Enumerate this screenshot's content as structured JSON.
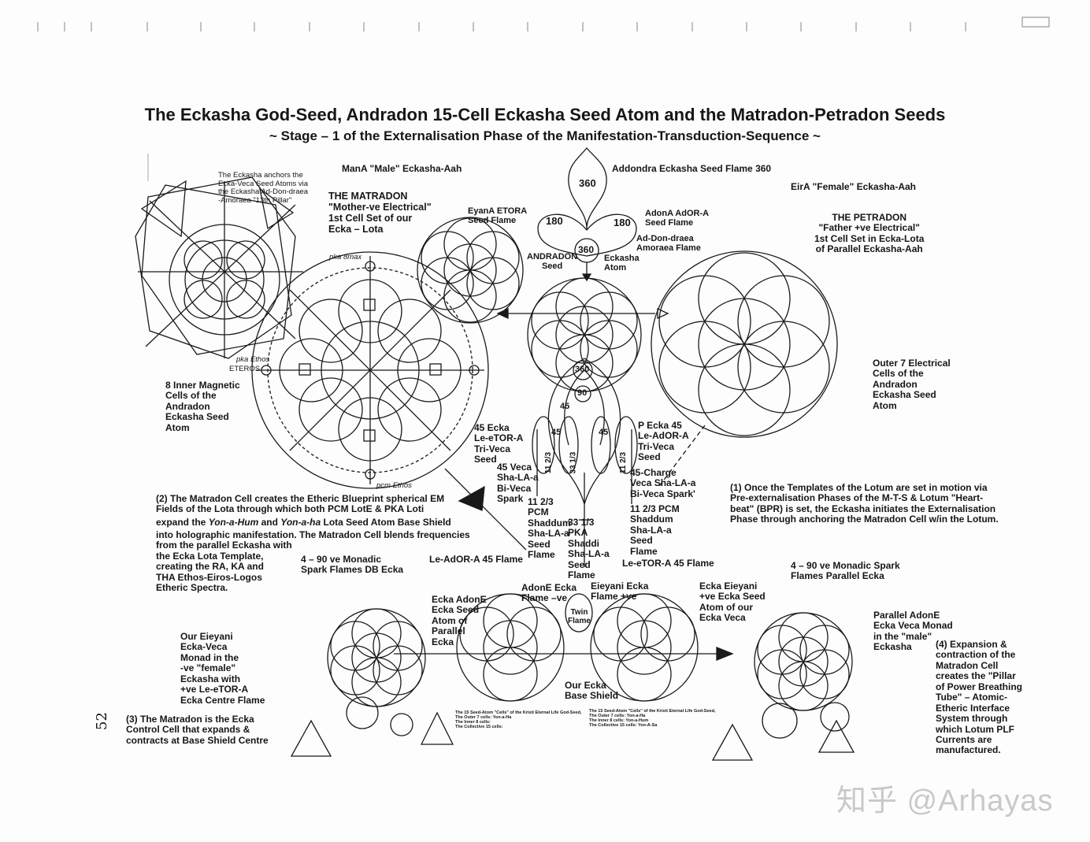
{
  "title": "The Eckasha God-Seed, Andradon 15-Cell Eckasha Seed Atom and the Matradon-Petradon Seeds",
  "subtitle": "~ Stage – 1 of the Externalisation Phase of the Manifestation-Transduction-Sequence ~",
  "labels": {
    "eckasha_anchors": "The Eckasha anchors the\nEcka-Veca Seed Atoms via\nthe Eckasha Ad-Don-draea\n-Amoraea \"13th Pillar\"",
    "mana_male": "ManA \"Male\" Eckasha-Aah",
    "matradon": "THE MATRADON\n\"Mother-ve Electrical\"\n1st Cell Set of our\nEcka – Lota",
    "eyana": "EyanA ETORA\nSeed Flame",
    "addondra": "Addondra Eckasha Seed Flame 360",
    "adona": "AdonA AdOR-A\nSeed Flame",
    "ad_don": "Ad-Don-draea\nAmoraea Flame",
    "andradon": "ANDRADON\nSeed",
    "eckasha_atom": "Eckasha\nAtom",
    "eira": "EirA \"Female\" Eckasha-Aah",
    "petradon": "THE PETRADON\n\"Father +ve Electrical\"\n1st Cell Set in Ecka-Lota\nof Parallel Eckasha-Aah",
    "outer7": "Outer 7 Electrical\nCells of the\nAndradon\nEckasha Seed\nAtom",
    "inner8": "8 Inner Magnetic\nCells of the\nAndradon\nEckasha Seed\nAtom",
    "left45": "45 Ecka\nLe-eTOR-A\nTri-Veca\nSeed",
    "left45veca": "45 Veca\nSha-LA-a\nBi-Veca\nSpark",
    "pecka45": "P Ecka 45\nLe-AdOR-A\nTri-Veca\nSeed",
    "charge45": "45-Charge\nVeca Sha-LA-a\nBi-Veca Spark'",
    "pcm_left": "11 2/3\nPCM\nShaddum\nSha-LA-a\nSeed\nFlame",
    "pka": "33 1/3\nPKA\nShaddi\nSha-LA-a\nSeed\nFlame",
    "pcm_right": "11 2/3 PCM\nShaddum\nSha-LA-a\nSeed\nFlame",
    "note1": "(1) Once the Templates of the Lotum are set in motion via\nPre-externalisation Phases of the M-T-S & Lotum \"Heart-\nbeat\" (BPR) is set, the Eckasha initiates the Externalisation\nPhase through anchoring the Matradon Cell w/in the Lotum.",
    "note2_a": "(2) The Matradon Cell creates the Etheric Blueprint spherical EM\nFields of the Lota through which both PCM LotE & PKA Loti",
    "note2_b1": "expand the ",
    "note2_b2": "Yon-a-Hum",
    "note2_b3": " and ",
    "note2_b4": "Yon-a-ha",
    "note2_b5": " Lota Seed Atom Base Shield",
    "note2_c": "into holographic manifestation. The Matradon Cell blends frequencies\nfrom the parallel Eckasha with\nthe Ecka Lota Template,\ncreating the RA, KA and\nTHA Ethos-Eiros-Logos\nEtheric Spectra.",
    "monadic_left": "4 – 90 ve Monadic\nSpark Flames DB Ecka",
    "le_ador": "Le-AdOR-A 45 Flame",
    "le_etor": "Le-eTOR-A 45 Flame",
    "monadic_right": "4 – 90 ve Monadic Spark\nFlames Parallel Ecka",
    "adone_ecka": "AdonE Ecka\nFlame –ve",
    "eieyani_flame": "Eieyani Ecka\nFlame +ve",
    "twin_flame": "Twin\nFlame",
    "ecka_adone": "Ecka AdonE\nEcka Seed\nAtom of\nParallel\nEcka",
    "ecka_eieyani": "Ecka Eieyani\n+ve Ecka Seed\nAtom of our\nEcka Veca",
    "parallel_adone": "Parallel AdonE\nEcka Veca Monad\nin the \"male\"\nEckasha",
    "our_eieyani": "Our Eieyani\nEcka-Veca\nMonad in the\n-ve \"female\"\nEckasha with\n+ve Le-eTOR-A\nEcka Centre Flame",
    "base_shield": "Our Ecka\nBase Shield",
    "note3": "(3) The Matradon is the Ecka\nControl Cell that expands &\ncontracts at Base Shield Centre",
    "note4": "(4) Expansion &\ncontraction of the\nMatradon Cell\ncreates the \"Pillar\nof Power Breathing\nTube\" – Atomic-\nEtheric Interface\nSystem through\nwhich Lotum PLF\nCurrents are\nmanufactured.",
    "seed_caption_left": "The 15 Seed-Atom \"Cells\" of the Kristi   Eternal Life God-Seed,\nThe Outer 7 cells: Yon-a-Ha\nThe Inner 8 cells:\nThe Collective 15 cells:",
    "seed_caption_right": "The 15 Seed-Atom \"Cells\" of the Kristi   Eternal Life God-Seed,\nThe Outer 7 cells: Yon-a-Ha\nThe Inner 8 cells: Yon-a-Hum\nThe Collective 15 cells: Yon-A-Sa",
    "pka_small": "pka 8max",
    "pka_ethos": "pka Ethos",
    "pcm_ethos": "pcm Ethos",
    "eiros": "ETEROS",
    "n360_top": "360",
    "n180_l": "180",
    "n180_r": "180",
    "n360_mid": "360",
    "n360_low": "360",
    "n90": "90",
    "n45": "45",
    "n45_l": "45",
    "n45_r": "45",
    "n1123_l": "11 2/3",
    "n3313": "33 1/3",
    "n1123_r": "11 2/3",
    "page_num": "52"
  },
  "watermark": "知乎 @Arhayas"
}
